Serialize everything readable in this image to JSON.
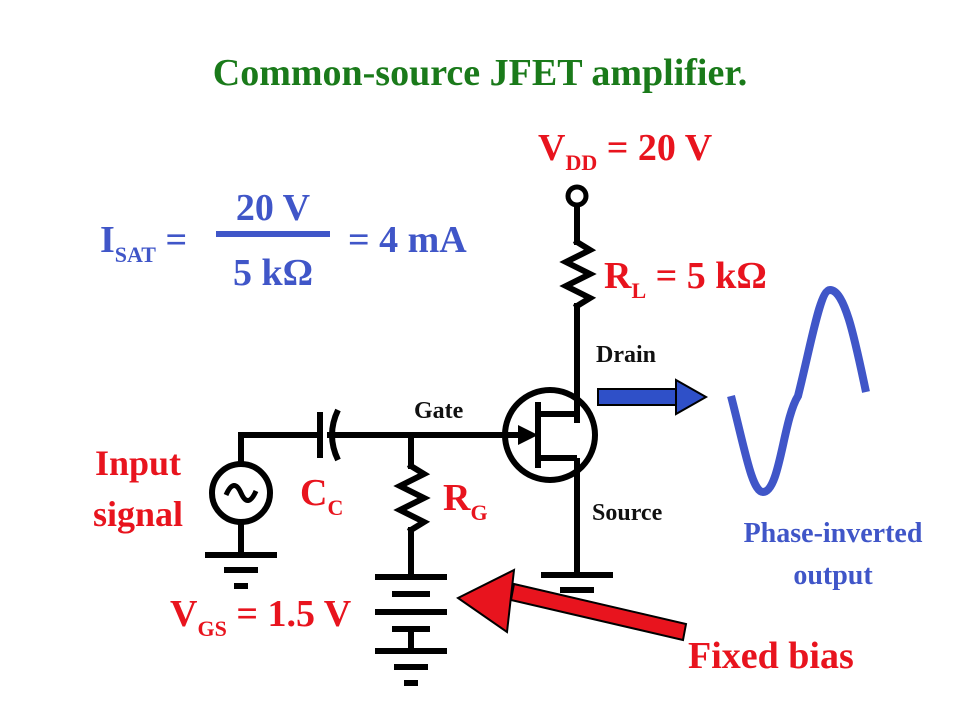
{
  "title": "Common-source JFET amplifier.",
  "vdd": {
    "main": "V",
    "sub": "DD",
    "value": " = 20 V"
  },
  "isat": {
    "main": "I",
    "sub": "SAT",
    "eq": " =",
    "numerator": "20 V",
    "denominator": "5 kΩ",
    "result": "= 4 mA"
  },
  "rl": {
    "main": "R",
    "sub": "L",
    "value": " = 5 kΩ"
  },
  "drain_label": "Drain",
  "gate_label": "Gate",
  "source_label": "Source",
  "input_signal": {
    "line1": "Input",
    "line2": "signal"
  },
  "cc": {
    "main": "C",
    "sub": "C"
  },
  "rg": {
    "main": "R",
    "sub": "G"
  },
  "vgs": {
    "main": "V",
    "sub": "GS",
    "value": " = 1.5 V"
  },
  "output_label": {
    "line1": "Phase-inverted",
    "line2": "output"
  },
  "fixed_bias": "Fixed bias",
  "colors": {
    "title": "#1a7a1a",
    "label_red": "#e8141e",
    "label_blue": "#4056c8",
    "wave": "#4056c8",
    "arrow_red": "#e8141e",
    "arrow_blue": "#2f50c8"
  }
}
